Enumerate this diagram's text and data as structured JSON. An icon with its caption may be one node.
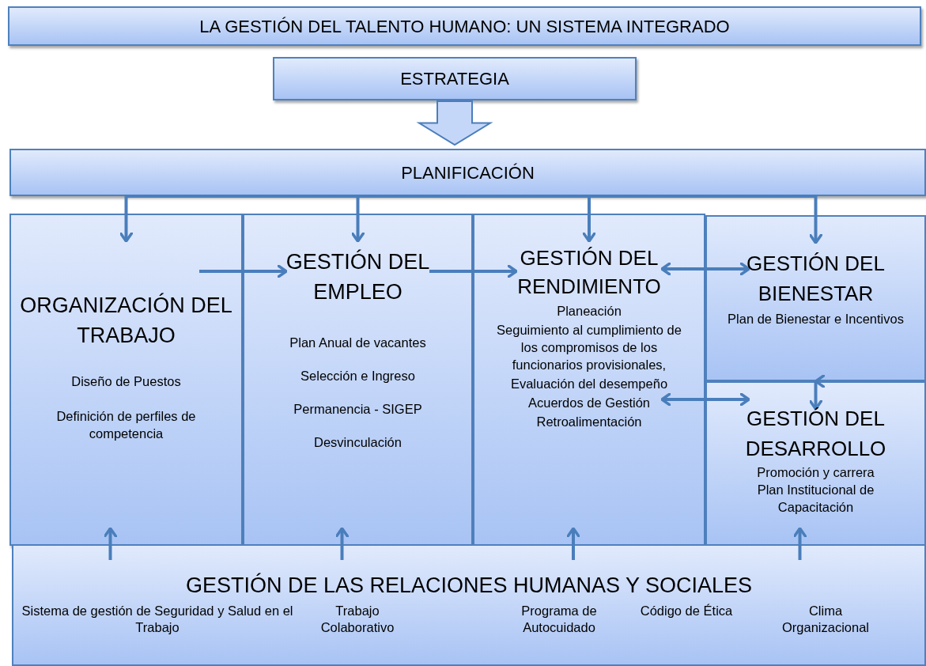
{
  "diagram": {
    "title": "LA GESTIÓN DEL TALENTO HUMANO: UN SISTEMA INTEGRADO",
    "nodes": [
      {
        "text": [
          "ESTRATEGIA"
        ]
      },
      {
        "text": [
          "PLANIFICACIÓN"
        ]
      },
      {
        "text": [
          "ORGANIZACIÓN DEL TRABAJO",
          "Diseño de Puestos",
          "Definición de perfiles de competencia"
        ]
      },
      {
        "text": [
          "GESTIÓN DEL EMPLEO",
          "Plan Anual de vacantes",
          "Selección e Ingreso",
          "Permanencia - SIGEP",
          "Desvinculación"
        ]
      },
      {
        "text": [
          "GESTIÓN DEL RENDIMIENTO",
          "Planeación",
          "Seguimiento al cumplimiento de los compromisos de los funcionarios provisionales,",
          "Evaluación del desempeño",
          "Acuerdos de Gestión",
          "Retroalimentación"
        ]
      },
      {
        "text": [
          "GESTIÓN DEL BIENESTAR",
          "Plan de Bienestar e Incentivos"
        ]
      },
      {
        "text": [
          "GESTIÓN DEL DESARROLLO",
          "Promoción y carrera",
          "Plan Institucional de Capacitación"
        ]
      },
      {
        "text": [
          "GESTIÓN DE LAS RELACIONES HUMANAS Y SOCIALES",
          "Sistema de gestión de Seguridad y Salud en el Trabajo",
          "Trabajo Colaborativo",
          "Programa de Autocuidado",
          "Código de Ética",
          "Clima Organizacional"
        ]
      }
    ],
    "edges": [
      {
        "from": 0,
        "to": 1,
        "arrow": "to",
        "style": "thick"
      },
      {
        "from": 1,
        "to": 2,
        "arrow": "to"
      },
      {
        "from": 1,
        "to": 3,
        "arrow": "to"
      },
      {
        "from": 1,
        "to": 4,
        "arrow": "to"
      },
      {
        "from": 1,
        "to": 5,
        "arrow": "to"
      },
      {
        "from": 2,
        "to": 3,
        "arrow": "to"
      },
      {
        "from": 3,
        "to": 4,
        "arrow": "to"
      },
      {
        "from": 4,
        "to": 5,
        "arrow": "both"
      },
      {
        "from": 4,
        "to": 6,
        "arrow": "both"
      },
      {
        "from": 5,
        "to": 6,
        "arrow": "both"
      },
      {
        "from": 7,
        "to": 2,
        "arrow": "to"
      },
      {
        "from": 7,
        "to": 3,
        "arrow": "to"
      },
      {
        "from": 7,
        "to": 4,
        "arrow": "to"
      },
      {
        "from": 7,
        "to": 6,
        "arrow": "to"
      }
    ]
  }
}
